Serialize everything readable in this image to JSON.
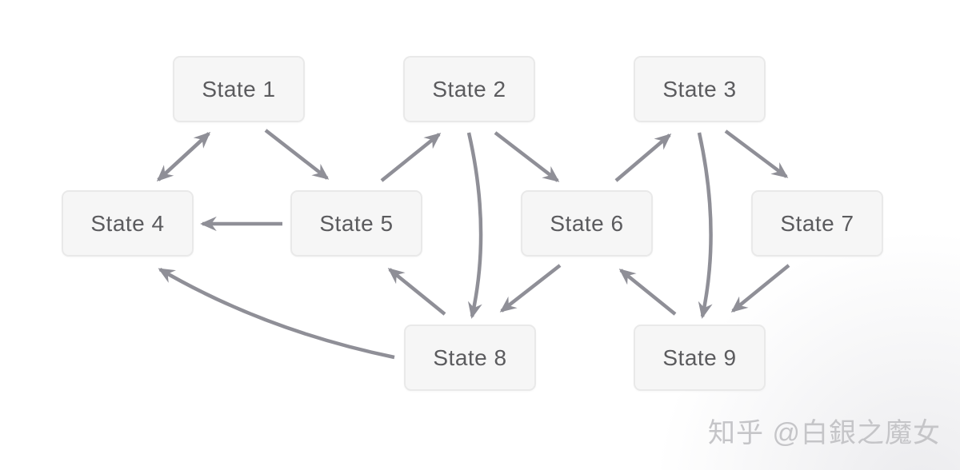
{
  "diagram": {
    "nodes": [
      {
        "id": "state-1",
        "label": "State 1"
      },
      {
        "id": "state-2",
        "label": "State 2"
      },
      {
        "id": "state-3",
        "label": "State 3"
      },
      {
        "id": "state-4",
        "label": "State 4"
      },
      {
        "id": "state-5",
        "label": "State 5"
      },
      {
        "id": "state-6",
        "label": "State 6"
      },
      {
        "id": "state-7",
        "label": "State 7"
      },
      {
        "id": "state-8",
        "label": "State 8"
      },
      {
        "id": "state-9",
        "label": "State 9"
      }
    ],
    "edges": [
      {
        "from": "State 4",
        "to": "State 1",
        "bidirectional": true
      },
      {
        "from": "State 1",
        "to": "State 5",
        "bidirectional": false
      },
      {
        "from": "State 5",
        "to": "State 4",
        "bidirectional": false
      },
      {
        "from": "State 5",
        "to": "State 2",
        "bidirectional": false
      },
      {
        "from": "State 2",
        "to": "State 6",
        "bidirectional": false
      },
      {
        "from": "State 2",
        "to": "State 8",
        "bidirectional": false
      },
      {
        "from": "State 6",
        "to": "State 8",
        "bidirectional": false
      },
      {
        "from": "State 8",
        "to": "State 5",
        "bidirectional": false
      },
      {
        "from": "State 8",
        "to": "State 4",
        "bidirectional": false
      },
      {
        "from": "State 6",
        "to": "State 3",
        "bidirectional": false
      },
      {
        "from": "State 3",
        "to": "State 7",
        "bidirectional": false
      },
      {
        "from": "State 3",
        "to": "State 9",
        "bidirectional": false
      },
      {
        "from": "State 9",
        "to": "State 6",
        "bidirectional": false
      },
      {
        "from": "State 7",
        "to": "State 9",
        "bidirectional": false
      }
    ]
  },
  "watermark": {
    "text": "知乎 @白銀之魔女"
  },
  "colors": {
    "arrow": "#8f8f97",
    "node_fill": "#f6f6f6",
    "node_border": "#e9e9e9",
    "node_text": "#5b5b5e",
    "watermark_text": "#c5c5c8",
    "background": "#ffffff"
  }
}
